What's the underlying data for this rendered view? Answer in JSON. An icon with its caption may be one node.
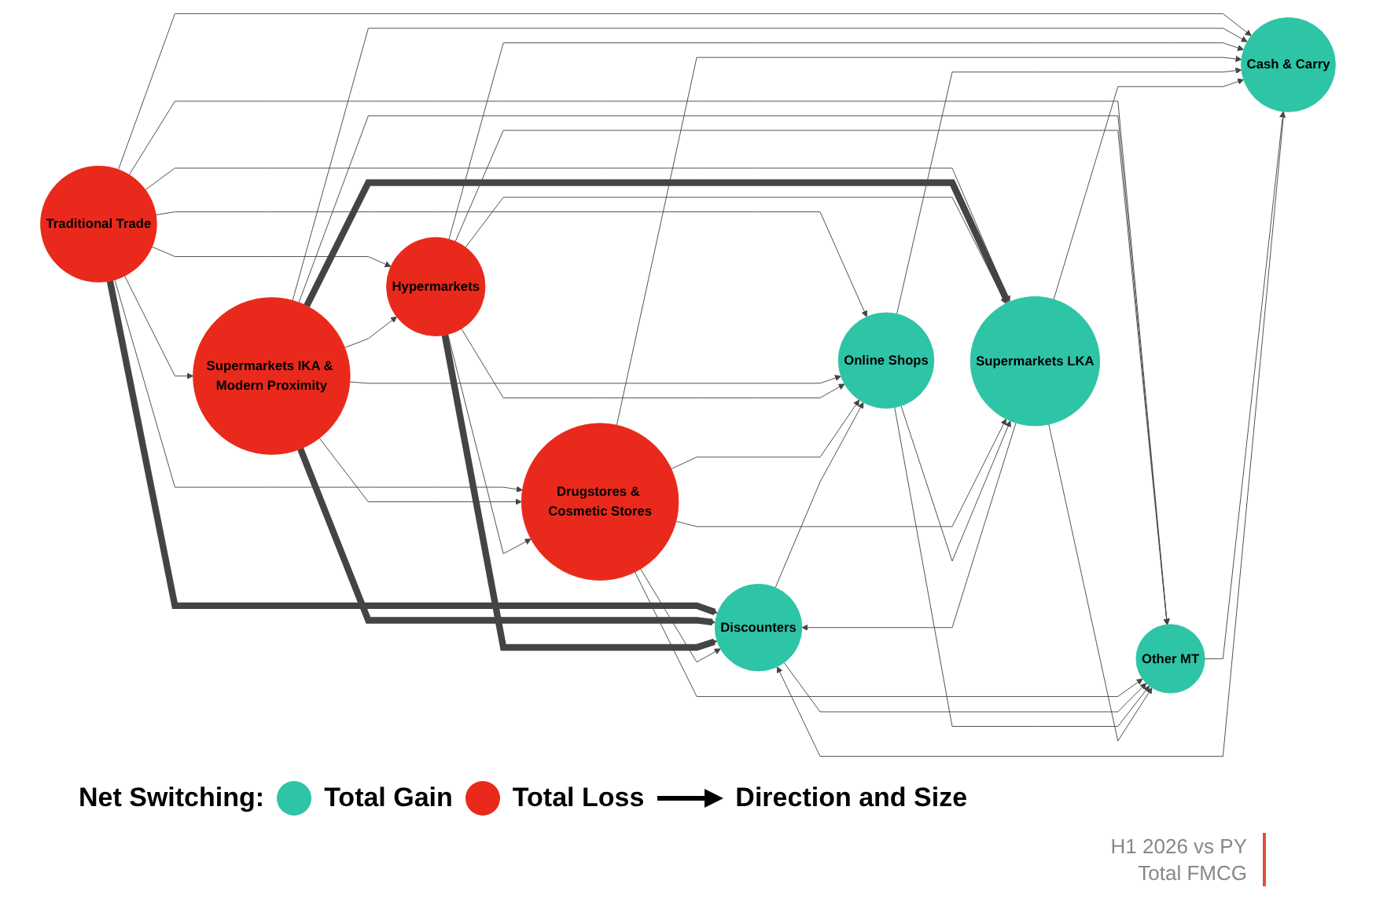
{
  "diagram": {
    "nodes": [
      {
        "text": [
          "Discounters"
        ]
      },
      {
        "text": [
          "Drugstores & Cosmetic Stores"
        ]
      },
      {
        "text": [
          "Online Shops"
        ]
      },
      {
        "text": [
          "Hypermarkets"
        ]
      },
      {
        "text": [
          "Supermarkets LKA"
        ]
      },
      {
        "text": [
          "Supermarkets IKA & Modern Proximity"
        ]
      },
      {
        "text": [
          "Other MT"
        ]
      },
      {
        "text": [
          "Traditional Trade"
        ]
      },
      {
        "text": [
          "Cash & Carry"
        ]
      }
    ],
    "edges": [
      {
        "from": 7,
        "to": 5,
        "arrow": "to"
      },
      {
        "from": 7,
        "to": 3,
        "arrow": "to"
      },
      {
        "from": 7,
        "to": 1,
        "arrow": "to"
      },
      {
        "from": 7,
        "to": 0,
        "arrow": "to",
        "style": "thick"
      },
      {
        "from": 7,
        "to": 2,
        "arrow": "to"
      },
      {
        "from": 7,
        "to": 4,
        "arrow": "to"
      },
      {
        "from": 7,
        "to": 6,
        "arrow": "to"
      },
      {
        "from": 7,
        "to": 8,
        "arrow": "to"
      },
      {
        "from": 5,
        "to": 3,
        "arrow": "to"
      },
      {
        "from": 5,
        "to": 1,
        "arrow": "to"
      },
      {
        "from": 5,
        "to": 0,
        "arrow": "to",
        "style": "thick"
      },
      {
        "from": 5,
        "to": 2,
        "arrow": "to"
      },
      {
        "from": 5,
        "to": 4,
        "arrow": "to",
        "style": "thick"
      },
      {
        "from": 5,
        "to": 6,
        "arrow": "to"
      },
      {
        "from": 5,
        "to": 8,
        "arrow": "to"
      },
      {
        "from": 3,
        "to": 1,
        "arrow": "to"
      },
      {
        "from": 3,
        "to": 0,
        "arrow": "to",
        "style": "thick"
      },
      {
        "from": 3,
        "to": 2,
        "arrow": "to"
      },
      {
        "from": 3,
        "to": 4,
        "arrow": "to"
      },
      {
        "from": 3,
        "to": 6,
        "arrow": "to"
      },
      {
        "from": 3,
        "to": 8,
        "arrow": "to"
      },
      {
        "from": 1,
        "to": 0,
        "arrow": "to"
      },
      {
        "from": 1,
        "to": 2,
        "arrow": "to"
      },
      {
        "from": 1,
        "to": 4,
        "arrow": "to"
      },
      {
        "from": 1,
        "to": 6,
        "arrow": "to"
      },
      {
        "from": 1,
        "to": 8,
        "arrow": "to"
      },
      {
        "from": 0,
        "to": 2,
        "arrow": "to"
      },
      {
        "from": 4,
        "to": 0,
        "arrow": "to"
      },
      {
        "from": 0,
        "to": 6,
        "arrow": "to"
      },
      {
        "from": 8,
        "to": 0,
        "arrow": "to"
      },
      {
        "from": 2,
        "to": 4,
        "arrow": "to"
      },
      {
        "from": 2,
        "to": 6,
        "arrow": "to"
      },
      {
        "from": 2,
        "to": 8,
        "arrow": "to"
      },
      {
        "from": 4,
        "to": 6,
        "arrow": "to"
      },
      {
        "from": 4,
        "to": 8,
        "arrow": "to"
      },
      {
        "from": 6,
        "to": 8,
        "arrow": "to"
      }
    ],
    "labels": [
      "Net Switching:",
      "H1 2026 vs PY",
      "Total FMCG"
    ],
    "legend": [
      {
        "text": "Total Gain",
        "color": "#2ec4a6"
      },
      {
        "text": "Total Loss",
        "color": "#e8291c"
      },
      {
        "text": "Direction and Size"
      }
    ]
  }
}
